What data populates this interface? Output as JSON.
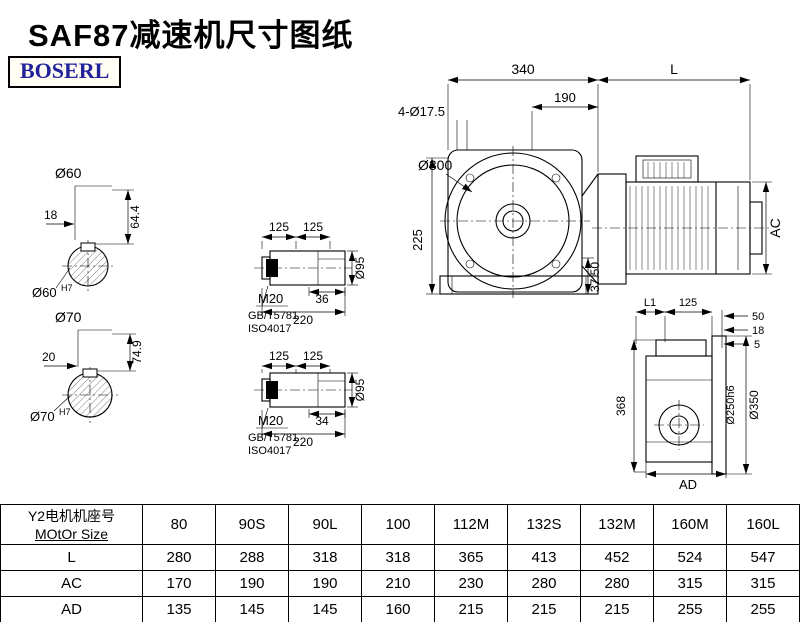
{
  "title": "SAF87减速机尺寸图纸",
  "logo": "BOSERL",
  "drawing": {
    "shaft_end_top": {
      "dia_label": "Ø60",
      "key_width": "18",
      "key_height": "64.4",
      "bore_label": "Ø60",
      "bore_tolerance": "H7"
    },
    "shaft_end_bottom": {
      "dia_label": "Ø70",
      "key_width": "20",
      "key_height": "74.9",
      "bore_label": "Ø70",
      "bore_tolerance": "H7"
    },
    "shaft_detail_top": {
      "seg1": "125",
      "seg2": "125",
      "thread": "M20",
      "standard1": "GB/T5781",
      "standard2": "ISO4017",
      "key_length": "36",
      "total_length": "220",
      "dia": "Ø95"
    },
    "shaft_detail_bottom": {
      "seg1": "125",
      "seg2": "125",
      "thread": "M20",
      "standard1": "GB/T5781",
      "standard2": "ISO4017",
      "key_length": "34",
      "total_length": "220",
      "dia": "Ø95"
    },
    "front_view": {
      "housing_width": "340",
      "motor_length": "L",
      "flange_offset": "190",
      "bolt_holes": "4-Ø17.5",
      "flange_dia": "Ø300",
      "center_height": "225",
      "base_height": "37.50",
      "motor_height": "AC"
    },
    "side_view": {
      "dim_l1": "L1",
      "dim_125": "125",
      "dim_50": "50",
      "dim_18": "18",
      "dim_5": "5",
      "height": "368",
      "spigot_dia": "Ø250h6",
      "flange_dia": "Ø350",
      "width": "AD"
    }
  },
  "table": {
    "row_header_line1": "Y2电机机座号",
    "row_header_line2": "MOtOr Size",
    "sizes": [
      "80",
      "90S",
      "90L",
      "100",
      "112M",
      "132S",
      "132M",
      "160M",
      "160L"
    ],
    "rows": [
      {
        "label": "L",
        "values": [
          "280",
          "288",
          "318",
          "318",
          "365",
          "413",
          "452",
          "524",
          "547"
        ]
      },
      {
        "label": "AC",
        "values": [
          "170",
          "190",
          "190",
          "210",
          "230",
          "280",
          "280",
          "315",
          "315"
        ]
      },
      {
        "label": "AD",
        "values": [
          "135",
          "145",
          "145",
          "160",
          "215",
          "215",
          "215",
          "255",
          "255"
        ]
      }
    ]
  }
}
